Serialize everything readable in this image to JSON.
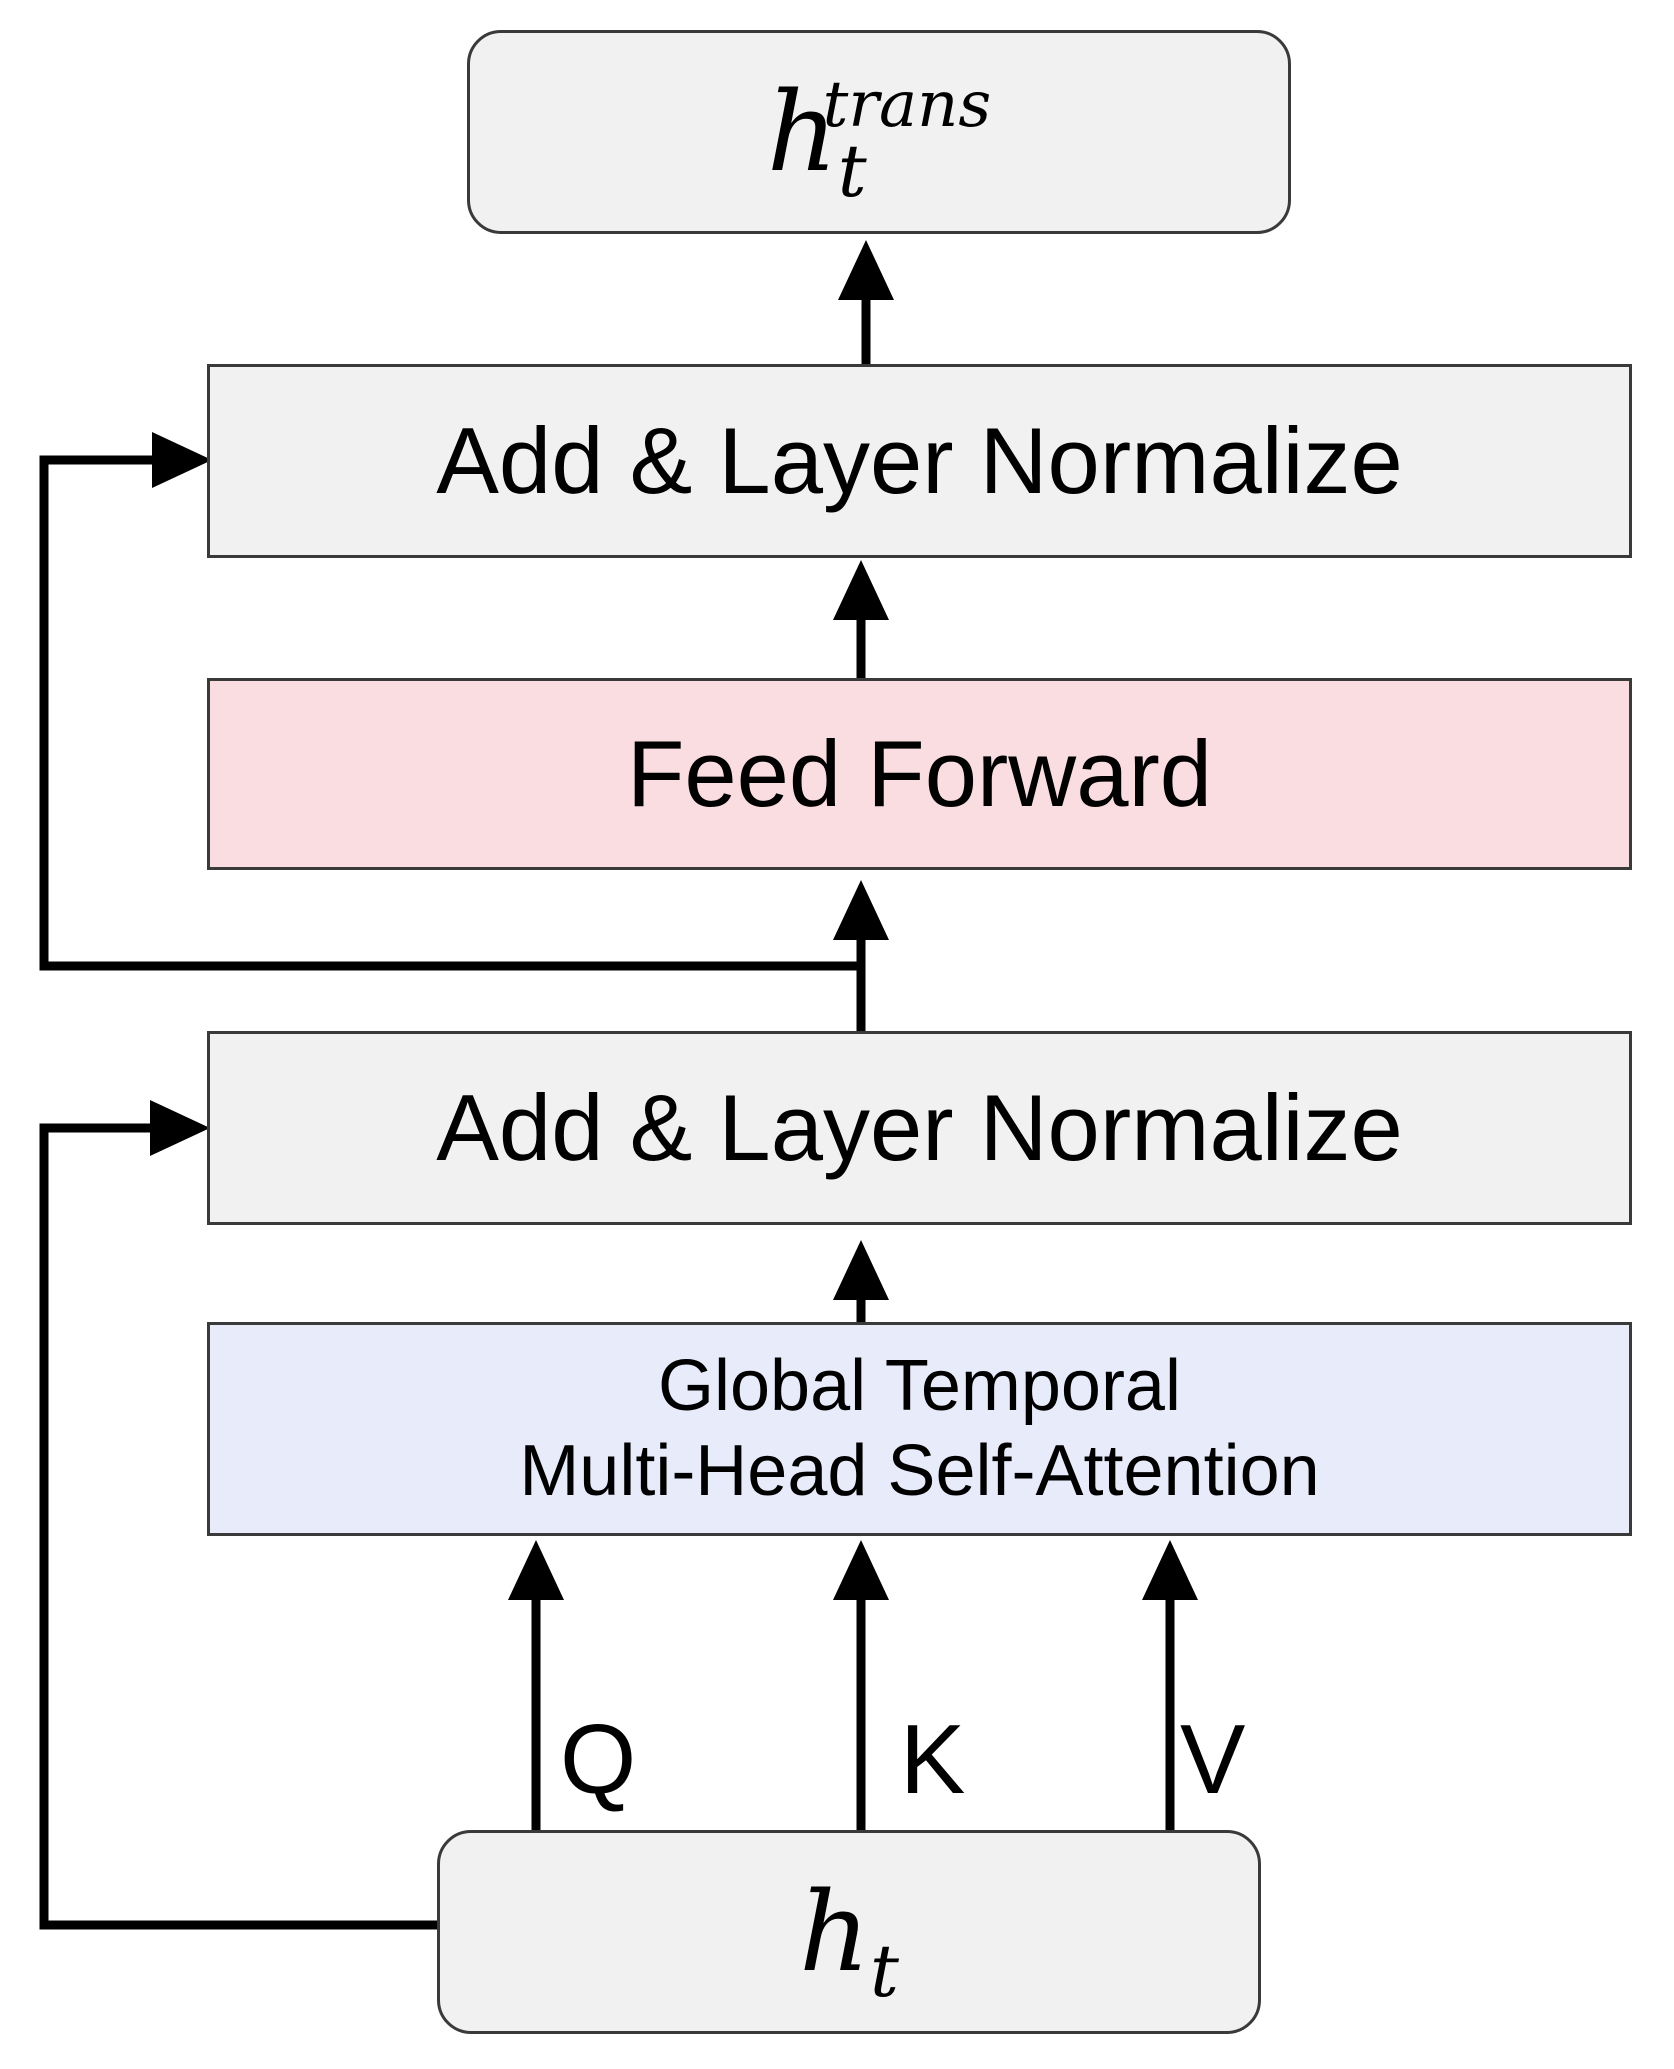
{
  "output_node": {
    "base": "h",
    "subscript": "t",
    "superscript": "trans"
  },
  "input_node": {
    "base": "h",
    "subscript": "t"
  },
  "blocks": {
    "add_norm_top": "Add & Layer Normalize",
    "feed_forward": "Feed Forward",
    "add_norm_bottom": "Add & Layer Normalize",
    "attention_line1": "Global Temporal",
    "attention_line2": "Multi-Head Self-Attention"
  },
  "inputs": {
    "q": "Q",
    "k": "K",
    "v": "V"
  },
  "colors": {
    "gray_fill": "#f1f1f1",
    "feed_forward_fill": "#fadde1",
    "attention_fill": "#e7ebfa",
    "stroke": "#000000"
  }
}
